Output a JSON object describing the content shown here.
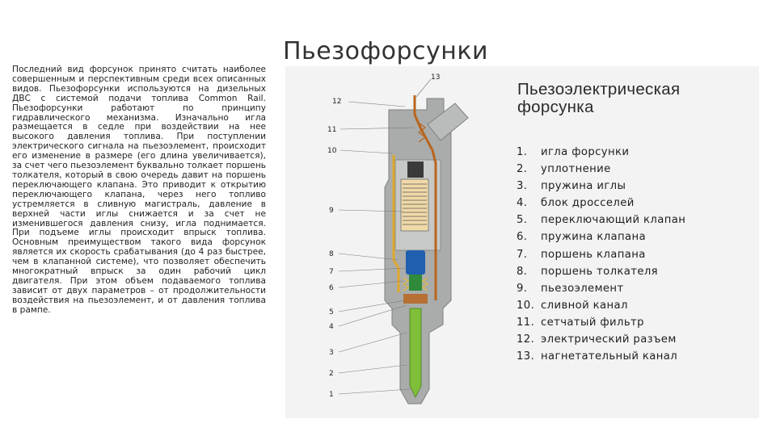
{
  "slide": {
    "title": "Пьезофорсунки",
    "body": "Последний вид форсунок принято считать наиболее совершенным и перспективным среди всех описанных видов. Пьезофорсунки используются на дизельных ДВС с системой подачи топлива Common Rail. Пьезофорсунки работают по принципу гидравлического механизма. Изначально игла размещается в седле при воздействии на нее высокого давления топлива. При поступлении электрического сигнала на пьезоэлемент, происходит его изменение в размере (его длина увеличивается), за счет чего пьезоэлемент буквально толкает поршень толкателя, который в свою очередь давит на поршень переключающего клапана. Это приводит к открытию переключающего клапана, через него топливо устремляется в сливную магистраль, давление в верхней части иглы снижается и за счет не изменившегося давления снизу, игла поднимается. При подъеме иглы происходит впрыск топлива. Основным преимуществом такого вида форсунок является их скорость срабатывания (до 4 раз быстрее, чем в клапанной системе), что позволяет обеспечить многократный впрыск за один рабочий цикл двигателя. При этом объем подаваемого топлива зависит от двух параметров – от продолжительности воздействия на пьезоэлемент, и от давления топлива в рампе."
  },
  "figure": {
    "title": "Пьезоэлектрическая форсунка",
    "legend": [
      {
        "num": "1.",
        "label": "игла форсунки"
      },
      {
        "num": "2.",
        "label": "уплотнение"
      },
      {
        "num": "3.",
        "label": "пружина иглы"
      },
      {
        "num": "4.",
        "label": "блок дросселей"
      },
      {
        "num": "5.",
        "label": "переключающий клапан"
      },
      {
        "num": "6.",
        "label": "пружина клапана"
      },
      {
        "num": "7.",
        "label": "поршень клапана"
      },
      {
        "num": "8.",
        "label": "поршень толкателя"
      },
      {
        "num": "9.",
        "label": "пьезоэлемент"
      },
      {
        "num": "10.",
        "label": "сливной канал"
      },
      {
        "num": "11.",
        "label": "сетчатый фильтр"
      },
      {
        "num": "12.",
        "label": "электрический разъем"
      },
      {
        "num": "13.",
        "label": "нагнетательный канал"
      }
    ],
    "callouts": [
      "13",
      "12",
      "11",
      "10",
      "9",
      "8",
      "7",
      "6",
      "5",
      "4",
      "3",
      "2",
      "1"
    ],
    "colors": {
      "housing": "#a9acab",
      "housing_dark": "#8c8f8e",
      "channel": "#b8651e",
      "piezo": "#f0d9a8",
      "piston": "#1f5fb0",
      "valve": "#2f8a3a",
      "needle": "#7fbf3a",
      "drain": "#e0a82e"
    }
  }
}
